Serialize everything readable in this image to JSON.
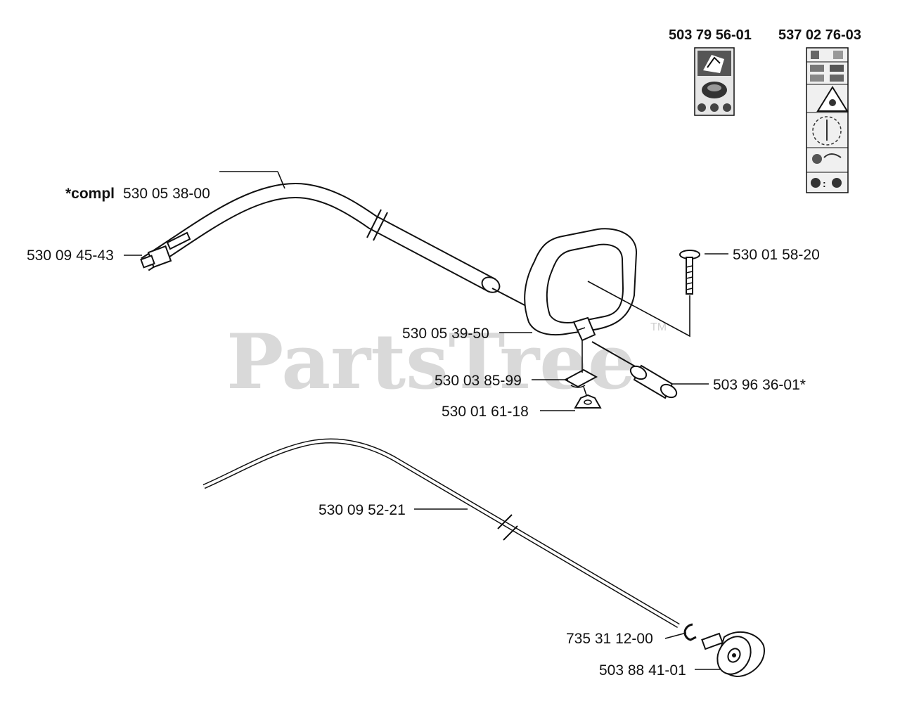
{
  "watermark": {
    "text": "PartsTree",
    "trademark": "TM"
  },
  "decals": [
    {
      "part_number": "503 79 56-01"
    },
    {
      "part_number": "537 02 76-03"
    }
  ],
  "callouts": {
    "compl_prefix": "*compl",
    "compl_tube": "530 05 38-00",
    "plug": "530 09 45-43",
    "screw": "530 01 58-20",
    "handle": "530 05 39-50",
    "sleeve": "503 96 36-01*",
    "clamp": "530 03 85-99",
    "wing_nut": "530 01 61-18",
    "drive_shaft": "530 09 52-21",
    "retaining_ring": "735 31 12-00",
    "clutch_drum": "503 88 41-01"
  }
}
